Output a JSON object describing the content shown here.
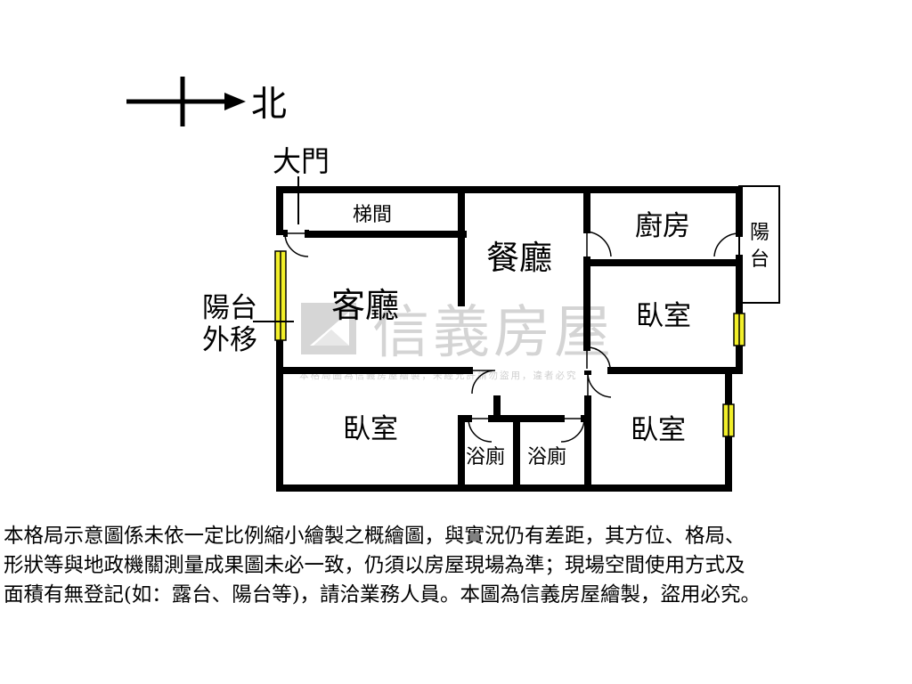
{
  "compass": {
    "north_label": "北"
  },
  "entrance": {
    "label": "大門"
  },
  "rooms": {
    "stairwell": "梯間",
    "dining": "餐廳",
    "kitchen": "廚房",
    "balcony_east": "陽台",
    "living": "客廳",
    "bedroom_1": "臥室",
    "bedroom_2": "臥室",
    "bedroom_3": "臥室",
    "bath_1": "浴廁",
    "bath_2": "浴廁"
  },
  "annotation": {
    "line1": "陽台",
    "line2": "外移"
  },
  "watermark": {
    "brand": "信義房屋",
    "fine_print": "本格局圖為信義房屋繪製，未經允許請勿盜用，違者必究"
  },
  "colors": {
    "wall": "#000000",
    "window_fill": "#f2ef2a",
    "watermark": "#d4d4d4",
    "background": "#ffffff"
  },
  "disclaimer": {
    "lines": [
      "本格局示意圖係未依一定比例縮小繪製之概繪圖，與實況仍有差距，其方位、格局、",
      "形狀等與地政機關測量成果圖未必一致，仍須以房屋現場為準；現場空間使用方式及",
      "面積有無登記(如：露台、陽台等)，請洽業務人員。本圖為信義房屋繪製，盜用必究。"
    ]
  }
}
